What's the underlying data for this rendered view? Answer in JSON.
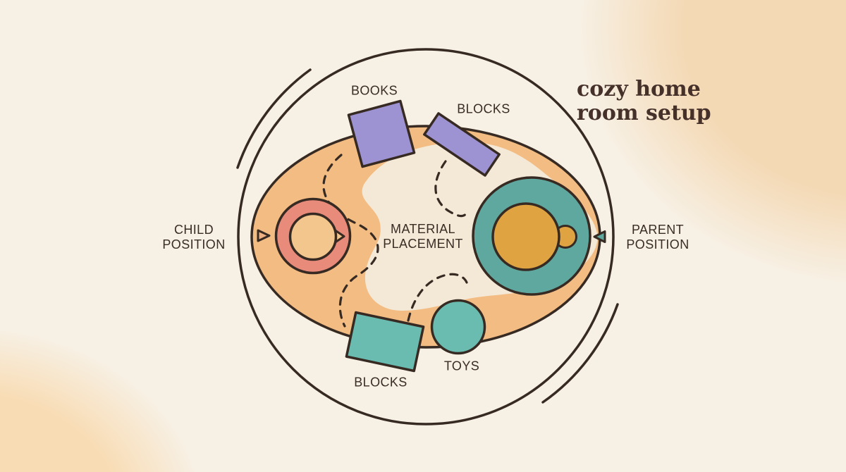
{
  "title": {
    "line1": "cozy home",
    "line2": "room setup"
  },
  "labels": {
    "books": "BOOKS",
    "blocks_top": "BLOCKS",
    "child": {
      "line1": "CHILD",
      "line2": "POSITION"
    },
    "parent": {
      "line1": "PARENT",
      "line2": "POSITION"
    },
    "material": {
      "line1": "MATERIAL",
      "line2": "PLACEMENT"
    },
    "blocks_bottom": "BLOCKS",
    "toys": "TOYS"
  },
  "colors": {
    "outline": "#362a22",
    "background_cream": "#f7f0e4",
    "background_wash": "#f4d9b5",
    "rug_orange": "#f2bc83",
    "rug_cream": "#f4e9d6",
    "rug_triangle": "#eeb184",
    "purple": "#9d93d3",
    "coral": "#e88b7b",
    "peach": "#f3c68e",
    "teal_dark": "#5ea89f",
    "teal_light": "#6abcb1",
    "orange": "#e0a342",
    "text_dark": "#392c24",
    "title_brown": "#45302a"
  }
}
